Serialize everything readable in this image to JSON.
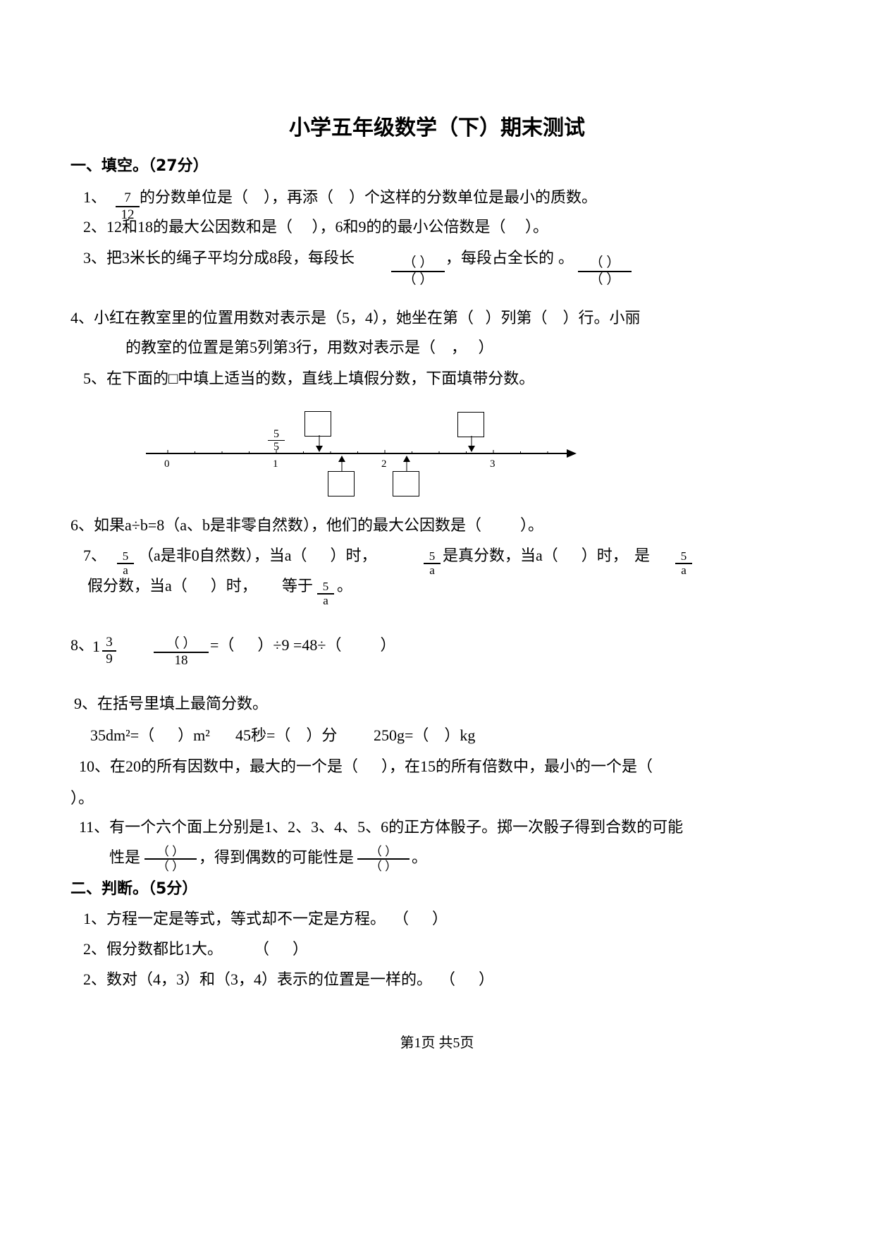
{
  "title": "小学五年级数学（下）期末测试",
  "section1": {
    "heading": "一、填空。（27分）",
    "q1": {
      "num": "1、",
      "frac_num": "7",
      "frac_den": "12",
      "text": "的分数单位是（    ），再添（    ）个这样的分数单位是最小的质数。"
    },
    "q2": "2、12和18的最大公因数和是（     ），6和9的的最小公倍数是（     ）。",
    "q3": {
      "text_a": "3、把3米长的绳子平均分成8段，每段长",
      "frac_blank": "（    ）",
      "text_b": "，每段占全长的",
      "text_c": "。"
    },
    "q4a": "4、小红在教室里的位置用数对表示是（5，4），她坐在第（   ）列第（    ）行。小丽",
    "q4b": "的教室的位置是第5列第3行，用数对表示是（    ，   ）",
    "q5": "5、在下面的□中填上适当的数，直线上填假分数，下面填带分数。",
    "numberline": {
      "ticks": [
        "0",
        "1",
        "2",
        "3"
      ],
      "frac_num": "5",
      "frac_den": "5"
    },
    "q6": "6、如果a÷b=8（a、b是非零自然数），他们的最大公因数是（          ）。",
    "q7": {
      "num": "7、",
      "frac_num": "5",
      "frac_den": "a",
      "text_a": "（a是非0自然数），当a（      ）时，",
      "text_b": "是真分数，当a（      ）时，",
      "text_c": "是",
      "text_d": "假分数，当a（      ）时，",
      "text_e": "等于",
      "text_f": "。"
    },
    "q8": {
      "num": "8、",
      "whole": "1",
      "frac_num": "3",
      "frac_den": "9",
      "eq": "=",
      "blank_num": "（          ）",
      "blank_den": "18",
      "text": "=（      ）÷9 =48÷（          ）"
    },
    "q9": "9、在括号里填上最简分数。",
    "q9_items": [
      "35dm²=（      ）m²",
      "45秒=（    ）分",
      "250g=（    ）kg"
    ],
    "q10a": "10、在20的所有因数中，最大的一个是（      ），在15的所有倍数中，最小的一个是（",
    "q10b": "）。",
    "q11a": "11、有一个六个面上分别是1、2、3、4、5、6的正方体骰子。掷一次骰子得到合数的可能",
    "q11b": {
      "text_a": "性是",
      "text_b": "，得到偶数的可能性是",
      "text_c": "。",
      "blank": "（      ）"
    }
  },
  "section2": {
    "heading": "二、判断。（5分）",
    "items": [
      "1、方程一定是等式，等式却不一定是方程。  （      ）",
      "2、假分数都比1大。        （      ）",
      "2、数对（4，3）和（3，4）表示的位置是一样的。  （      ）"
    ]
  },
  "footer": "第1页 共5页"
}
